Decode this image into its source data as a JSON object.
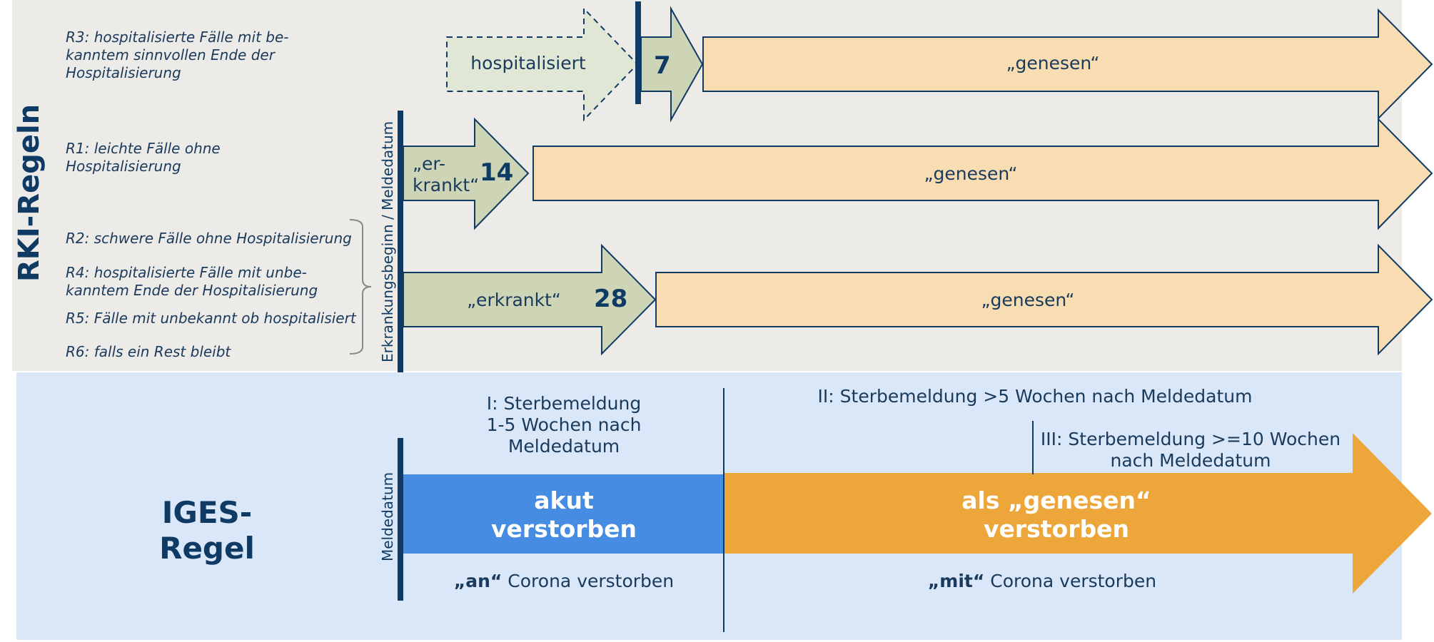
{
  "colors": {
    "rki_bg": "#edebe8",
    "iges_bg": "#d9e7f8",
    "navy": "#0f3a64",
    "green_fill": "#cdd5b6",
    "light_green_fill": "#e1e7d5",
    "peach_fill": "#f8dcb2",
    "blue_bar": "#468ce2",
    "orange_arrow": "#eca63a"
  },
  "rki": {
    "title": "RKI-Regeln",
    "r3": "R3: hospitalisierte Fälle mit be-\nkanntem sinnvollen Ende der\nHospitalisierung",
    "r1": "R1: leichte Fälle ohne\nHospitalisierung",
    "r2": "R2: schwere Fälle ohne Hospitalisierung",
    "r4": "R4: hospitalisierte Fälle mit unbe-\nkanntem Ende der Hospitalisierung",
    "r5": "R5: Fälle mit unbekannt ob hospitalisiert",
    "r6": "R6: falls ein Rest bleibt",
    "axis_label": "Erkrankungsbeginn / Meldedatum",
    "row_r3": {
      "phase": "hospitalisiert",
      "days": "7",
      "outcome": "„genesen“"
    },
    "row_r1": {
      "phase": "„er-\nkrankt“",
      "days": "14",
      "outcome": "„genesen“"
    },
    "row_r2": {
      "phase": "„erkrankt“",
      "days": "28",
      "outcome": "„genesen“"
    }
  },
  "iges": {
    "title": "IGES-\nRegel",
    "axis_label": "Meldedatum",
    "label_I": "I: Sterbemeldung\n1-5 Wochen nach\nMeldedatum",
    "label_II": "II: Sterbemeldung >5 Wochen nach Meldedatum",
    "label_III": "III: Sterbemeldung >=10 Wochen\nnach Meldedatum",
    "acute": "akut\nverstorben",
    "recovered": "als „genesen“\nverstorben",
    "an_bold": "„an“",
    "an_rest": " Corona verstorben",
    "mit_bold": "„mit“",
    "mit_rest": " Corona verstorben"
  }
}
